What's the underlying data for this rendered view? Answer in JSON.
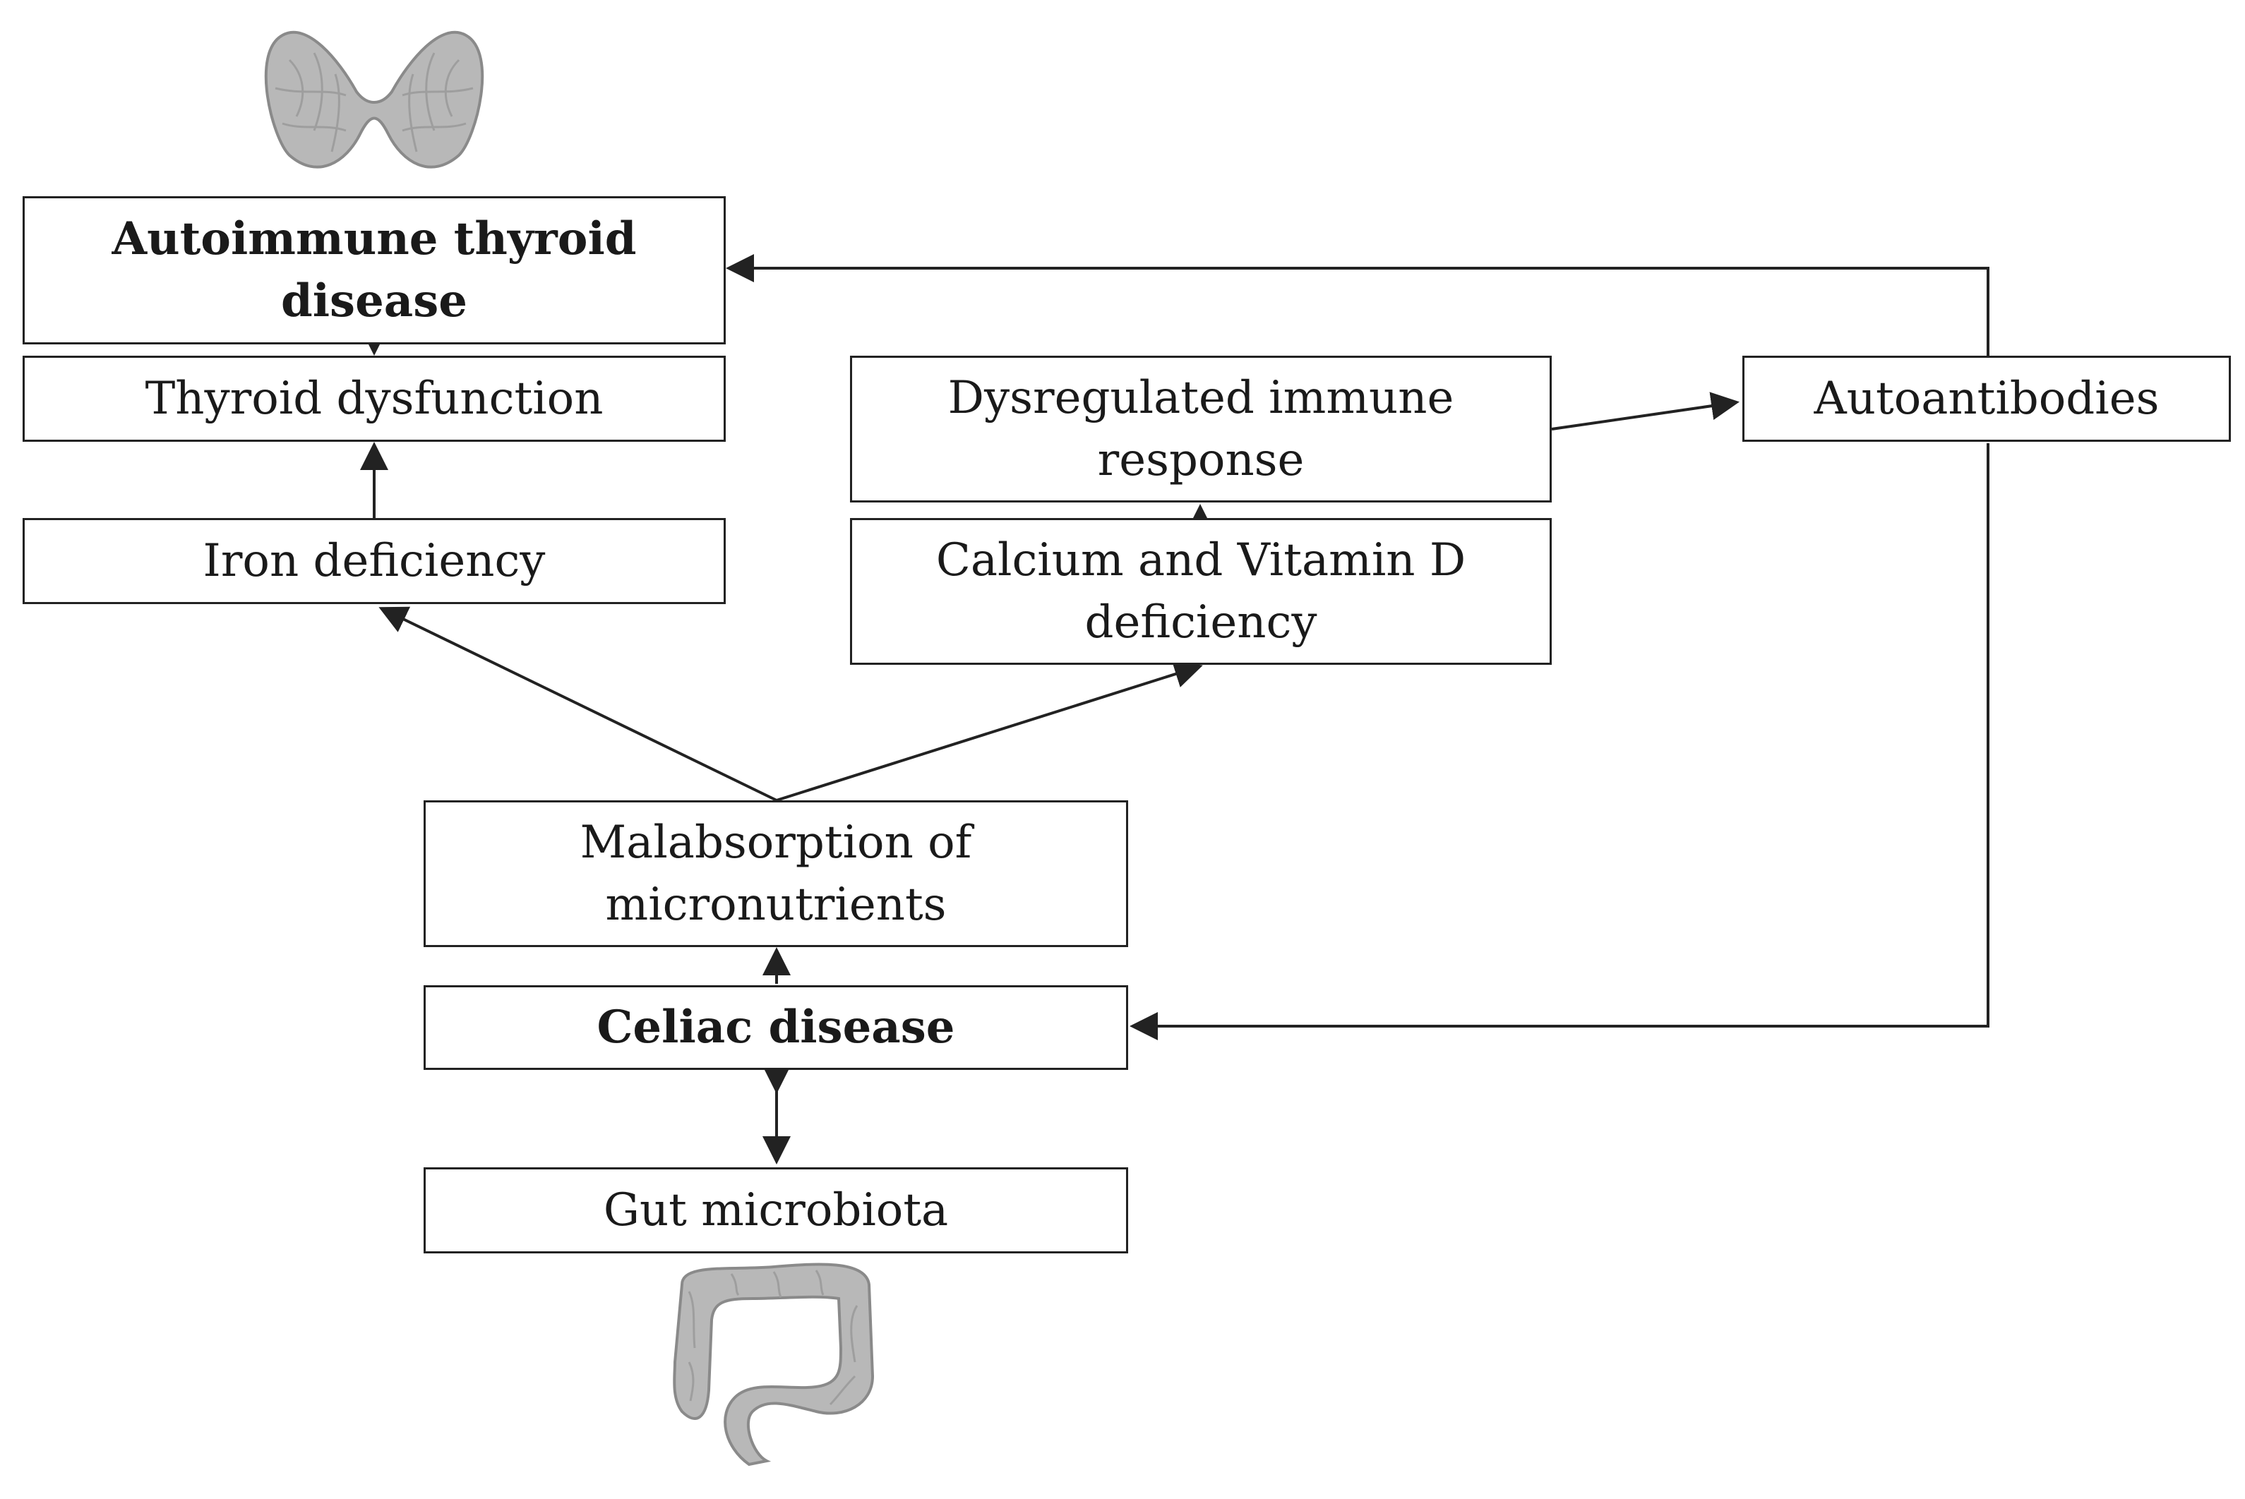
{
  "diagram": {
    "nodes": {
      "autoimmune_thyroid": "Autoimmune thyroid disease",
      "thyroid_dysfunction": "Thyroid dysfunction",
      "iron_deficiency": "Iron deficiency",
      "dysregulated_immune": "Dysregulated immune response",
      "calcium_vitd": "Calcium and Vitamin D deficiency",
      "autoantibodies": "Autoantibodies",
      "malabsorption": "Malabsorption of micronutrients",
      "celiac": "Celiac disease",
      "gut_microbiota": "Gut microbiota"
    },
    "icons": {
      "top": "thyroid-gland-icon",
      "bottom": "intestine-icon"
    },
    "edges": [
      {
        "from": "autoimmune_thyroid",
        "to": "thyroid_dysfunction"
      },
      {
        "from": "iron_deficiency",
        "to": "thyroid_dysfunction"
      },
      {
        "from": "malabsorption",
        "to": "iron_deficiency"
      },
      {
        "from": "malabsorption",
        "to": "calcium_vitd"
      },
      {
        "from": "calcium_vitd",
        "to": "dysregulated_immune"
      },
      {
        "from": "dysregulated_immune",
        "to": "autoantibodies"
      },
      {
        "from": "autoantibodies",
        "to": "autoimmune_thyroid"
      },
      {
        "from": "autoantibodies",
        "to": "celiac"
      },
      {
        "from": "celiac",
        "to": "malabsorption"
      },
      {
        "from": "celiac",
        "to": "gut_microbiota",
        "bidirectional": true
      }
    ],
    "colors": {
      "stroke": "#222222",
      "icon_fill": "#b8b8b8",
      "icon_stroke": "#8a8a8a"
    }
  }
}
